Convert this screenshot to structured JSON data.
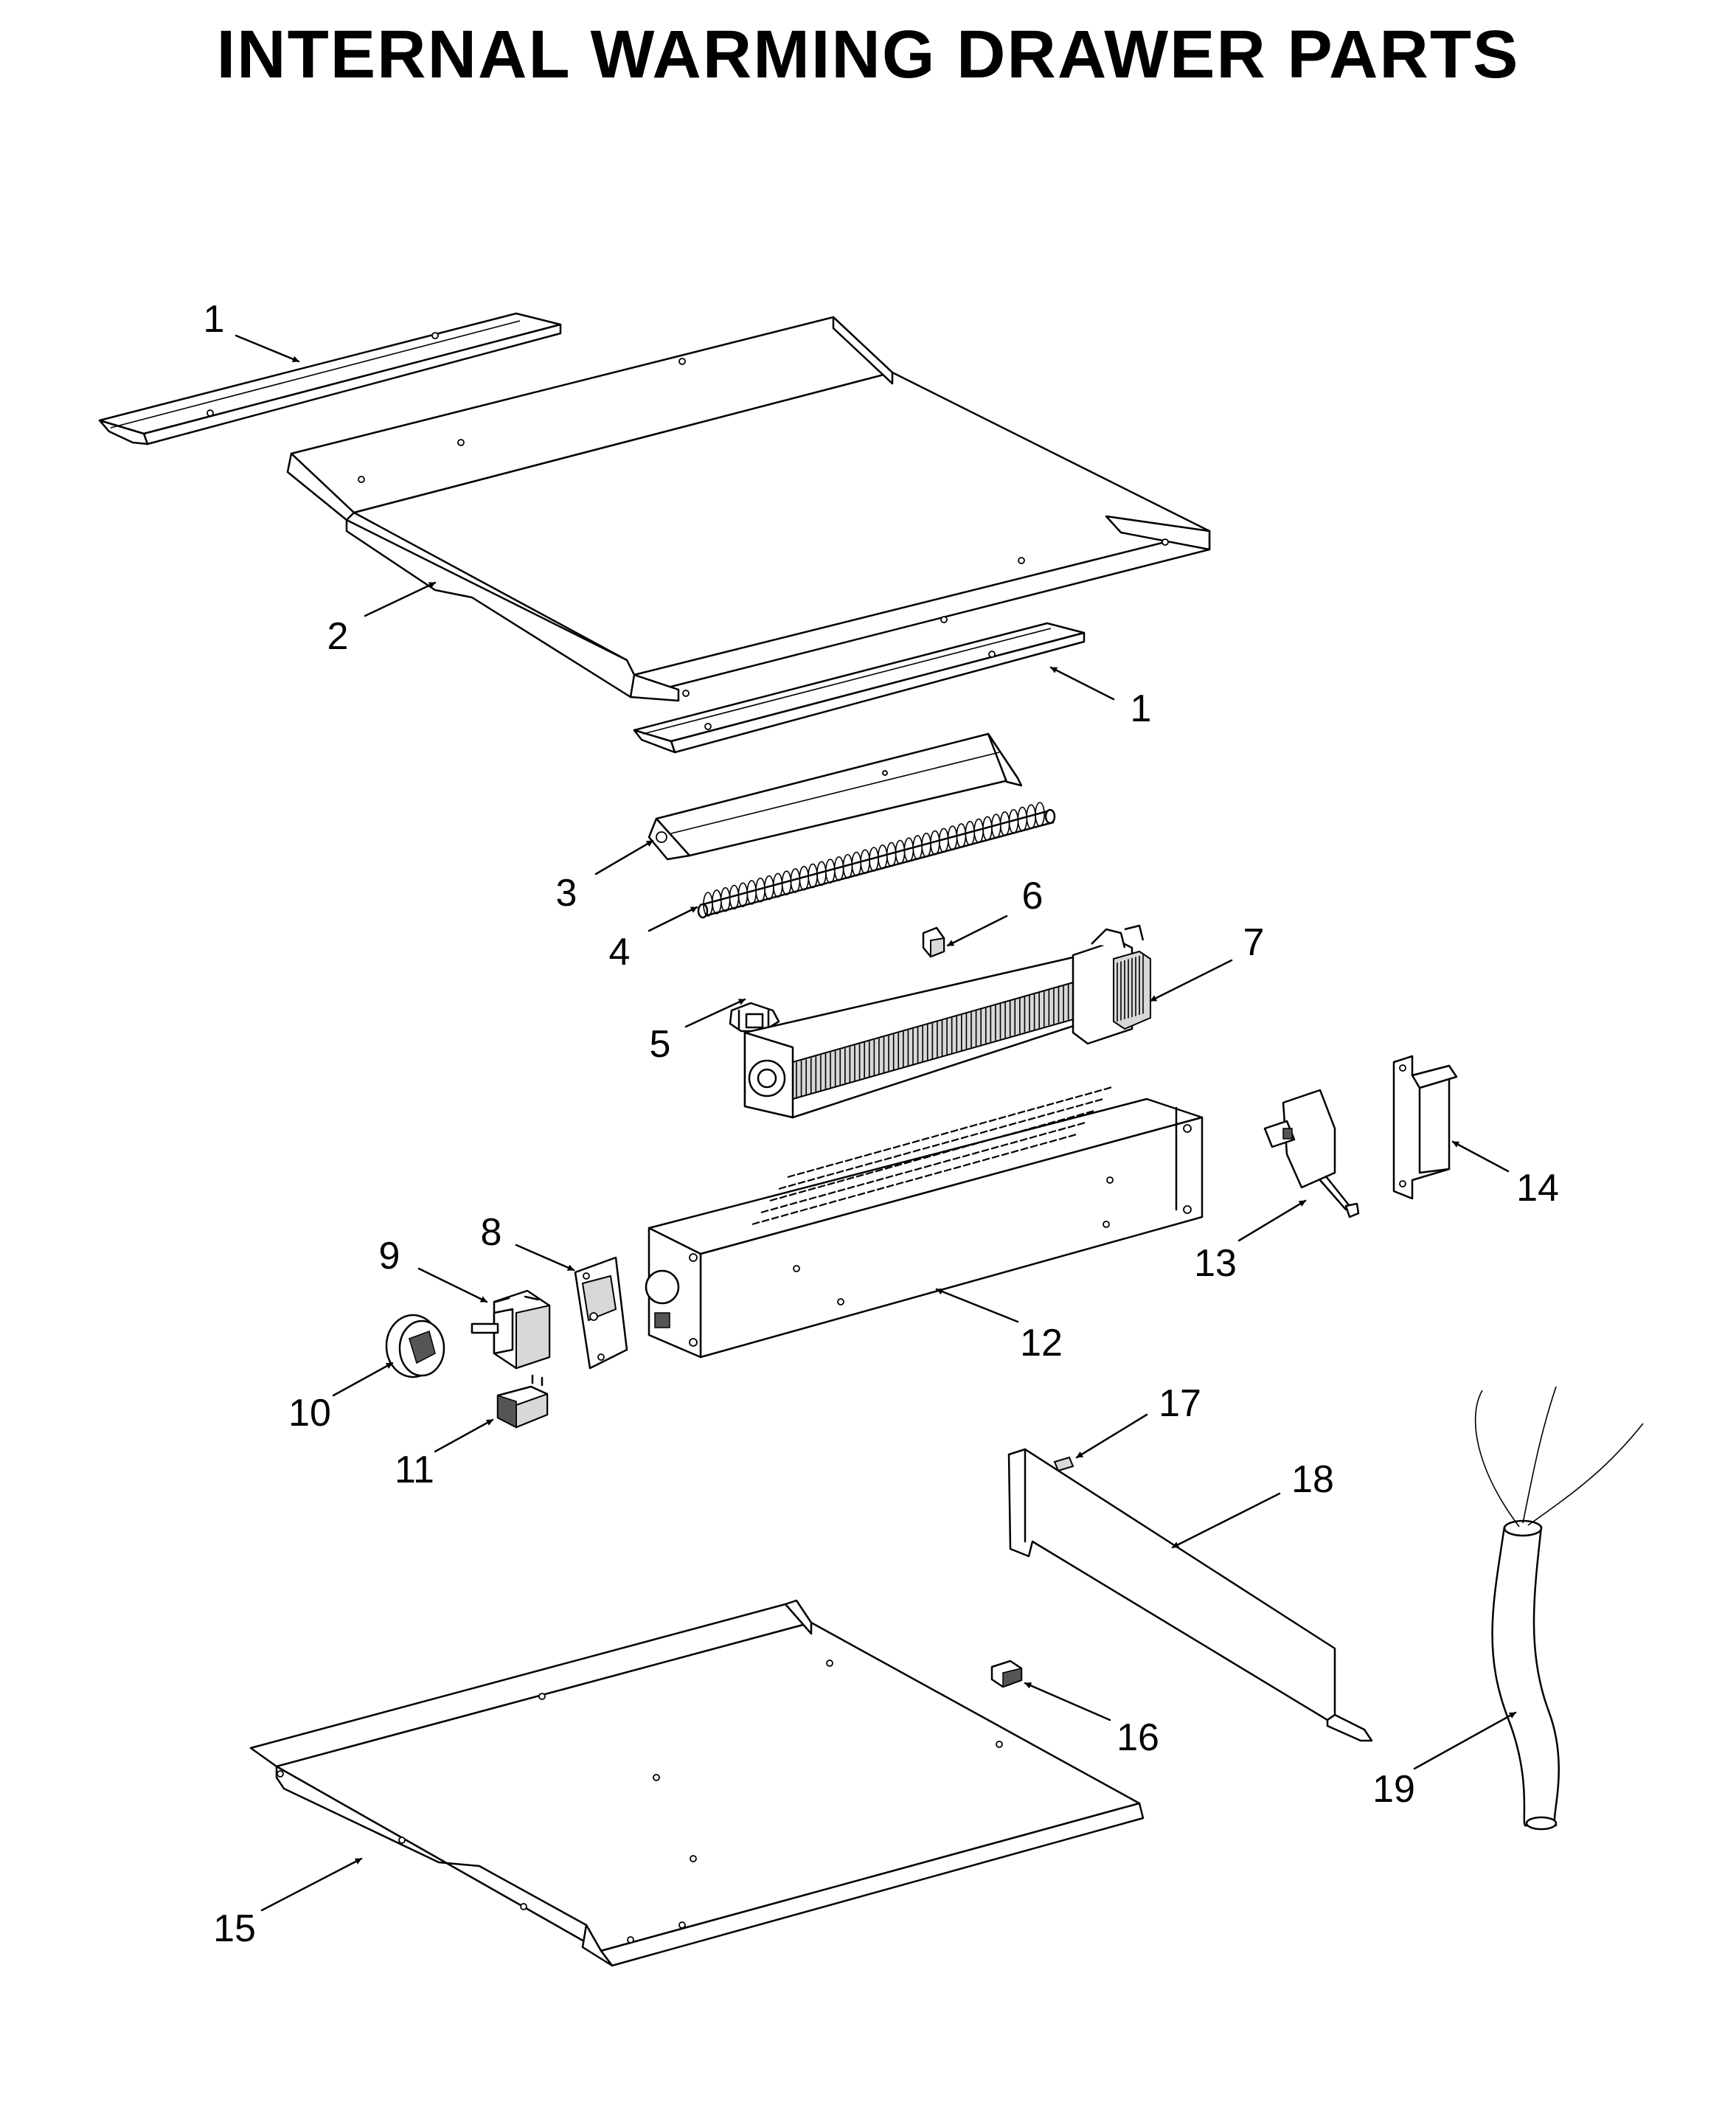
{
  "title": "INTERNAL WARMING DRAWER PARTS",
  "callouts": [
    {
      "key": "c1a",
      "text": "1"
    },
    {
      "key": "c2",
      "text": "2"
    },
    {
      "key": "c1b",
      "text": "1"
    },
    {
      "key": "c3",
      "text": "3"
    },
    {
      "key": "c4",
      "text": "4"
    },
    {
      "key": "c5",
      "text": "5"
    },
    {
      "key": "c6",
      "text": "6"
    },
    {
      "key": "c7",
      "text": "7"
    },
    {
      "key": "c8",
      "text": "8"
    },
    {
      "key": "c9",
      "text": "9"
    },
    {
      "key": "c10",
      "text": "10"
    },
    {
      "key": "c11",
      "text": "11"
    },
    {
      "key": "c12",
      "text": "12"
    },
    {
      "key": "c13",
      "text": "13"
    },
    {
      "key": "c14",
      "text": "14"
    },
    {
      "key": "c15",
      "text": "15"
    },
    {
      "key": "c16",
      "text": "16"
    },
    {
      "key": "c17",
      "text": "17"
    },
    {
      "key": "c18",
      "text": "18"
    },
    {
      "key": "c19",
      "text": "19"
    }
  ]
}
